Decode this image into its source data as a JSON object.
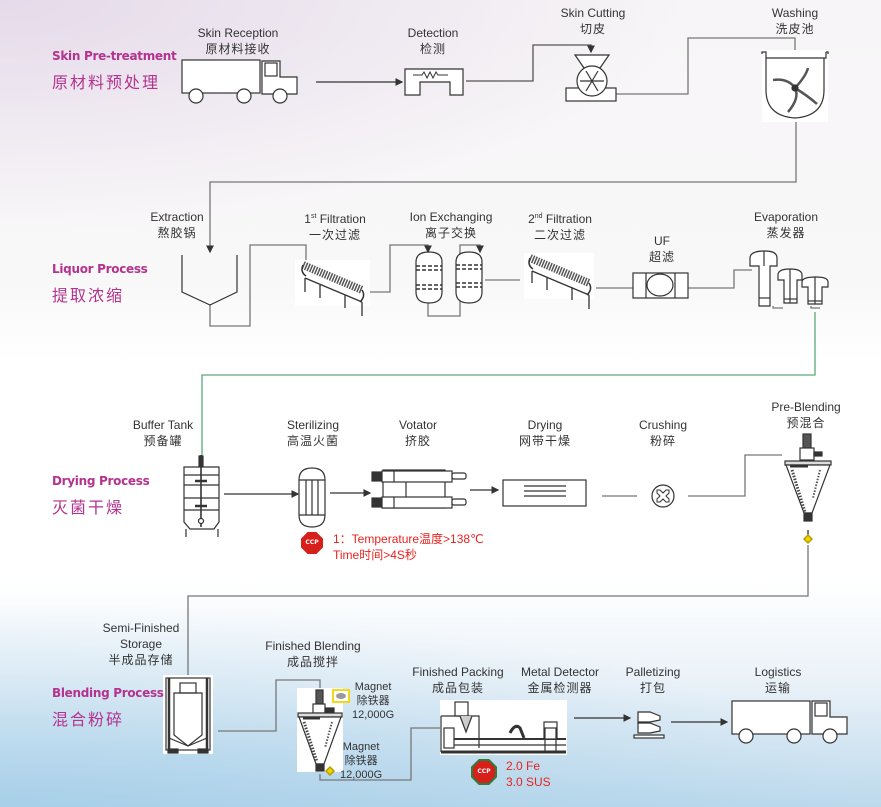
{
  "colors": {
    "stage_label": "#b3338e",
    "ccp_note": "#e8231f",
    "ccp_badge": "#d71f1b",
    "flow_line": "#777777",
    "flow_line_green": "#5aa978",
    "magnet_highlight": "#f2d500"
  },
  "stages": [
    {
      "en": "Skin Pre-treatment",
      "cn": "原材料预处理"
    },
    {
      "en": "Liquor Process",
      "cn": "提取浓缩"
    },
    {
      "en": "Drying Process",
      "cn": "灭菌干燥"
    },
    {
      "en": "Blending Process",
      "cn": "混合粉碎"
    }
  ],
  "steps": {
    "skin_reception": {
      "en": "Skin Reception",
      "cn": "原材料接收",
      "icon": "truck-icon"
    },
    "detection": {
      "en": "Detection",
      "cn": "检测",
      "icon": "detector-icon"
    },
    "skin_cutting": {
      "en": "Skin Cutting",
      "cn": "切皮",
      "icon": "cutter-icon"
    },
    "washing": {
      "en": "Washing",
      "cn": "洗皮池",
      "icon": "washing-tank-icon"
    },
    "extraction": {
      "en": "Extraction",
      "cn": "熬胶锅",
      "icon": "extraction-hopper-icon"
    },
    "filtration1": {
      "en_num": "1",
      "en_sup": "st",
      "en": " Filtration",
      "cn": "一次过滤",
      "icon": "filter-icon"
    },
    "ion_exchanging": {
      "en": "Ion Exchanging",
      "cn": "离子交换",
      "icon": "ion-exchange-tanks-icon"
    },
    "filtration2": {
      "en_num": "2",
      "en_sup": "nd",
      "en": " Filtration",
      "cn": "二次过滤",
      "icon": "filter-icon"
    },
    "uf": {
      "en": "UF",
      "cn": "超滤",
      "icon": "ultrafilter-icon"
    },
    "evaporation": {
      "en": "Evaporation",
      "cn": "蒸发器",
      "icon": "evaporator-icon"
    },
    "buffer_tank": {
      "en": "Buffer Tank",
      "cn": "预备罐",
      "icon": "buffer-tank-icon"
    },
    "sterilizing": {
      "en": "Sterilizing",
      "cn": "高温火菌",
      "icon": "sterilizer-icon"
    },
    "votator": {
      "en": "Votator",
      "cn": "挤胶",
      "icon": "votator-icon"
    },
    "drying": {
      "en": "Drying",
      "cn": "网带干燥",
      "icon": "belt-dryer-icon"
    },
    "crushing": {
      "en": "Crushing",
      "cn": "粉碎",
      "icon": "crusher-icon"
    },
    "pre_blending": {
      "en": "Pre-Blending",
      "cn": "预混合",
      "icon": "cone-mixer-icon"
    },
    "semi_finished": {
      "en1": "Semi-Finished",
      "en2": "Storage",
      "cn": "半成品存储",
      "icon": "storage-silo-icon"
    },
    "finished_blending": {
      "en": "Finished Blending",
      "cn": "成品搅拌",
      "icon": "cone-mixer-icon"
    },
    "finished_packing": {
      "en": "Finished Packing",
      "cn": "成品包装",
      "icon": "packing-line-icon"
    },
    "metal_detector": {
      "en": "Metal Detector",
      "cn": "金属检测器",
      "icon": "metal-detector-icon"
    },
    "palletizing": {
      "en": "Palletizing",
      "cn": "打包",
      "icon": "pallet-icon"
    },
    "logistics": {
      "en": "Logistics",
      "cn": "运输",
      "icon": "truck-icon"
    }
  },
  "magnets": [
    {
      "en": "Magnet",
      "cn": "除铁器",
      "strength": "12,000G"
    },
    {
      "en": "Magnet",
      "cn": "除铁器",
      "strength": "12,000G"
    }
  ],
  "ccp": [
    {
      "badge": "CCP",
      "lines": [
        "1：Temperature温度>138℃",
        "Time时间>4S秒"
      ]
    },
    {
      "badge": "CCP",
      "lines": [
        "2.0 Fe",
        "3.0 SUS"
      ]
    }
  ]
}
